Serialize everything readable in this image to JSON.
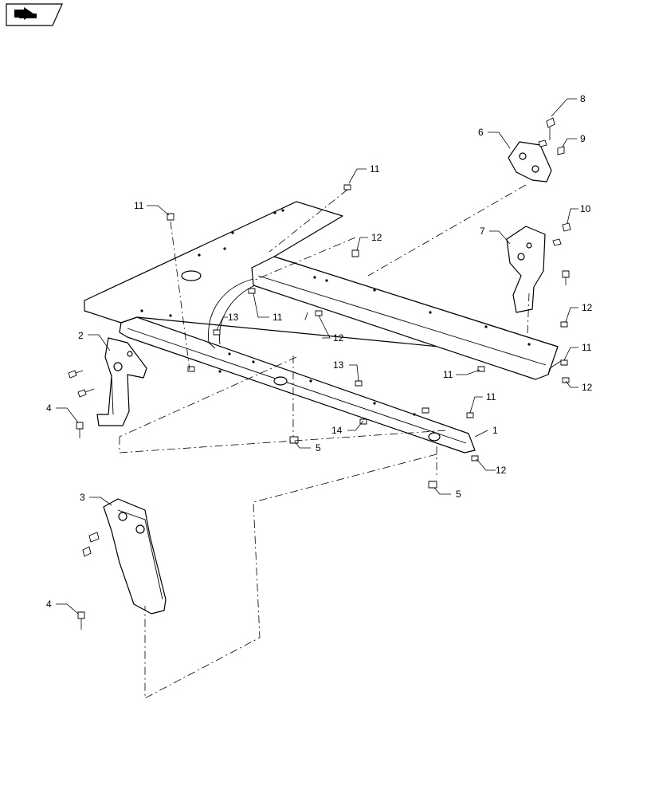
{
  "nav_icon": {
    "name": "back-arrow-icon"
  },
  "callouts": {
    "c1": "1",
    "c2": "2",
    "c3": "3",
    "c4a": "4",
    "c4b": "4",
    "c5a": "5",
    "c5b": "5",
    "c6": "6",
    "c7": "7",
    "c8": "8",
    "c9": "9",
    "c10": "10",
    "c11a": "11",
    "c11b": "11",
    "c11c": "11",
    "c11d": "11",
    "c11e": "11",
    "c11f": "11",
    "c12a": "12",
    "c12b": "12",
    "c12c": "12",
    "c12d": "12",
    "c12e": "12",
    "c13a": "13",
    "c13b": "13",
    "c14": "14"
  }
}
